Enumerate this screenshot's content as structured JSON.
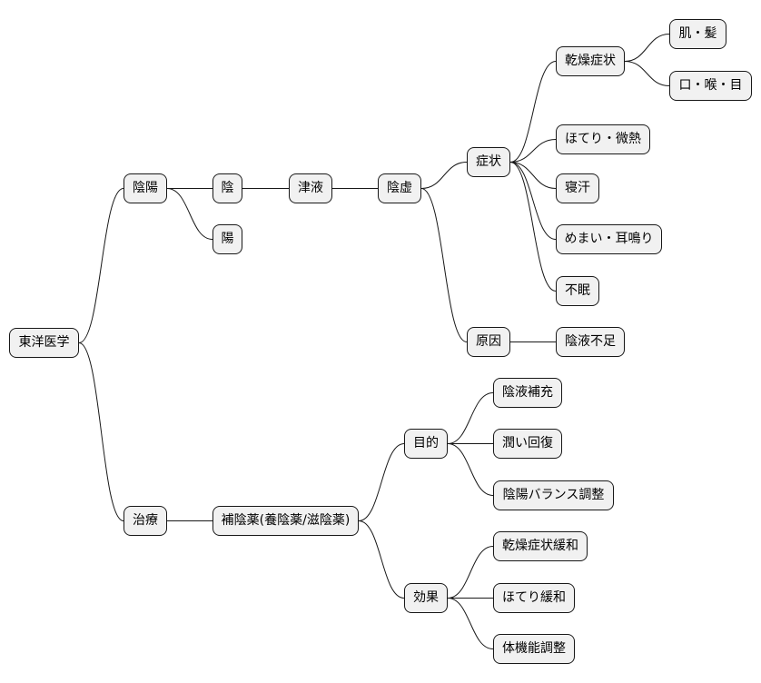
{
  "mindmap": {
    "label": "東洋医学",
    "children": [
      {
        "label": "陰陽",
        "children": [
          {
            "label": "陰",
            "children": [
              {
                "label": "津液",
                "children": [
                  {
                    "label": "陰虚",
                    "children": [
                      {
                        "label": "症状",
                        "children": [
                          {
                            "label": "乾燥症状",
                            "children": [
                              {
                                "label": "肌・髪"
                              },
                              {
                                "label": "口・喉・目"
                              }
                            ]
                          },
                          {
                            "label": "ほてり・微熱"
                          },
                          {
                            "label": "寝汗"
                          },
                          {
                            "label": "めまい・耳鳴り"
                          },
                          {
                            "label": "不眠"
                          }
                        ]
                      },
                      {
                        "label": "原因",
                        "children": [
                          {
                            "label": "陰液不足"
                          }
                        ]
                      }
                    ]
                  }
                ]
              }
            ]
          },
          {
            "label": "陽"
          }
        ]
      },
      {
        "label": "治療",
        "children": [
          {
            "label": "補陰薬(養陰薬/滋陰薬)",
            "children": [
              {
                "label": "目的",
                "children": [
                  {
                    "label": "陰液補充"
                  },
                  {
                    "label": "潤い回復"
                  },
                  {
                    "label": "陰陽バランス調整"
                  }
                ]
              },
              {
                "label": "効果",
                "children": [
                  {
                    "label": "乾燥症状緩和"
                  },
                  {
                    "label": "ほてり緩和"
                  },
                  {
                    "label": "体機能調整"
                  }
                ]
              }
            ]
          }
        ]
      }
    ]
  },
  "colors": {
    "node_fill": "#f1f1f1",
    "line": "#181818",
    "background": "#ffffff"
  }
}
